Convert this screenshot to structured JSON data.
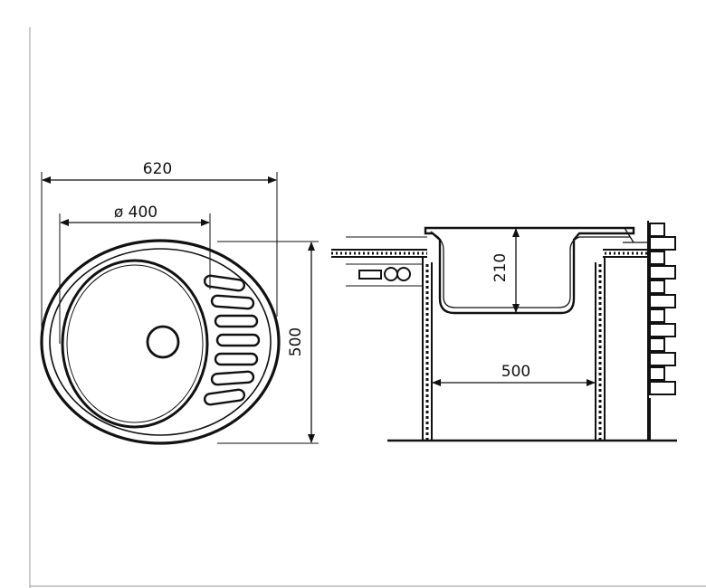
{
  "dimensions": {
    "overall_width": "620",
    "bowl_diameter": "ø 400",
    "overall_depth": "500",
    "bowl_depth": "210",
    "cabinet_width": "500"
  },
  "colors": {
    "line": "#111111",
    "background": "#ffffff",
    "frame_border": "#9a9a9a"
  }
}
